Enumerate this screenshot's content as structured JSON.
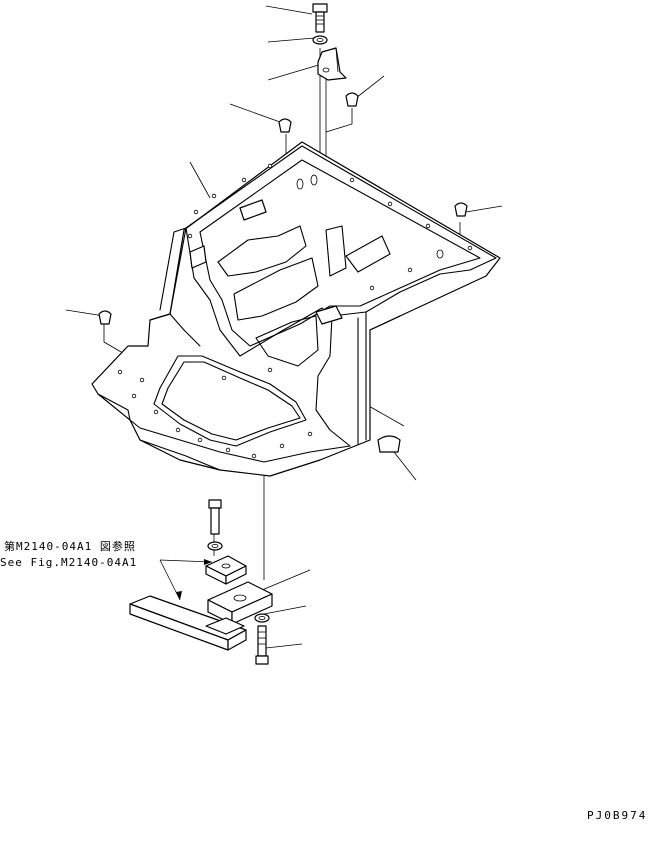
{
  "diagram": {
    "reference_text_jp": "第M2140-04A1 図参照",
    "reference_text_en": "See Fig.M2140-04A1",
    "figure_code": "PJ0B974"
  },
  "parts": [
    {
      "name": "top-bolt-icon"
    },
    {
      "name": "top-washer-icon"
    },
    {
      "name": "bracket-icon"
    },
    {
      "name": "rubber-plug-icon"
    },
    {
      "name": "floor-frame-icon"
    },
    {
      "name": "rubber-mount-icon"
    },
    {
      "name": "bottom-bolt-icon"
    }
  ]
}
